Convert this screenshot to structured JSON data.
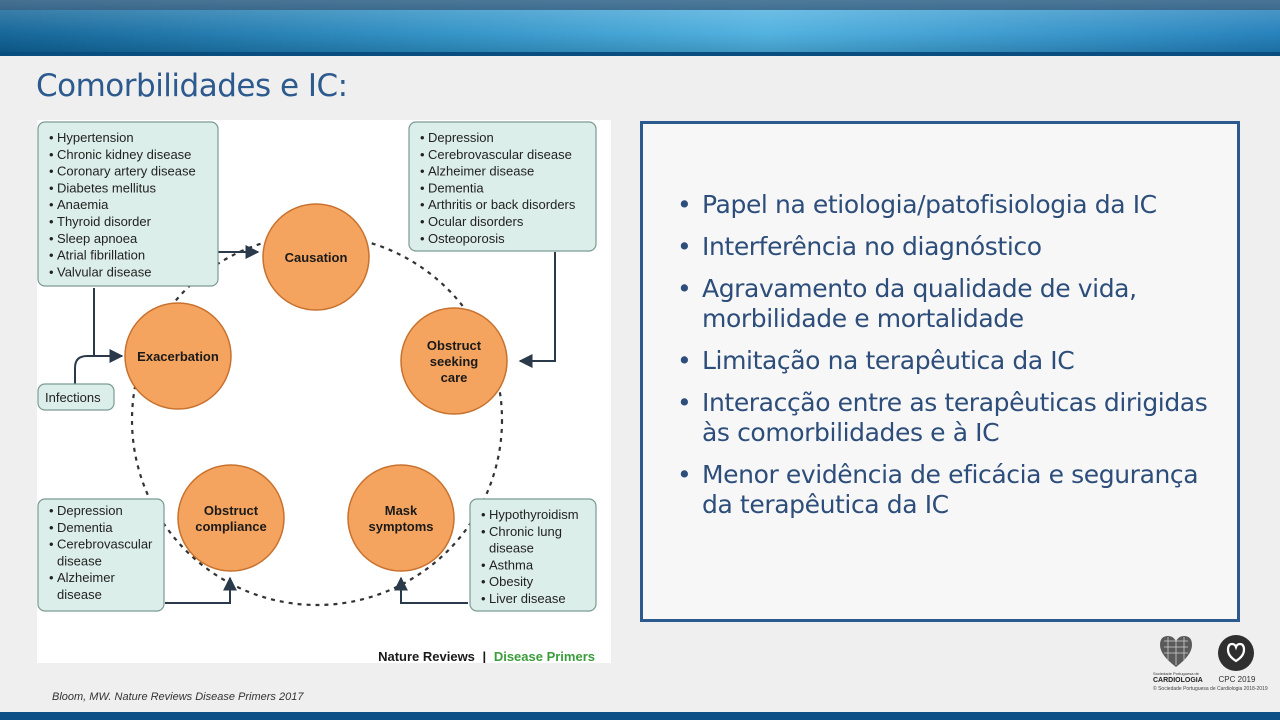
{
  "slide": {
    "title": "Comorbilidades e IC:",
    "citation": "Bloom, MW. Nature Reviews Disease Primers  2017"
  },
  "diagram": {
    "nodes": [
      {
        "id": "causation",
        "lines": [
          "Causation"
        ]
      },
      {
        "id": "obstruct-seeking-care",
        "lines": [
          "Obstruct",
          "seeking",
          "care"
        ]
      },
      {
        "id": "mask-symptoms",
        "lines": [
          "Mask",
          "symptoms"
        ]
      },
      {
        "id": "obstruct-compliance",
        "lines": [
          "Obstruct",
          "compliance"
        ]
      },
      {
        "id": "exacerbation",
        "lines": [
          "Exacerbation"
        ]
      }
    ],
    "boxes": [
      {
        "id": "causation-list",
        "items": [
          "Hypertension",
          "Chronic kidney disease",
          "Coronary artery disease",
          "Diabetes mellitus",
          "Anaemia",
          "Thyroid disorder",
          "Sleep apnoea",
          "Atrial fibrillation",
          "Valvular disease"
        ]
      },
      {
        "id": "seeking-care-list",
        "items": [
          "Depression",
          "Cerebrovascular disease",
          "Alzheimer disease",
          "Dementia",
          "Arthritis or back disorders",
          "Ocular disorders",
          "Osteoporosis"
        ]
      },
      {
        "id": "compliance-list",
        "items": [
          "Depression",
          "Dementia",
          "Cerebrovascular|disease",
          "Alzheimer|disease"
        ]
      },
      {
        "id": "mask-symptoms-list",
        "items": [
          "Hypothyroidism",
          "Chronic lung|disease",
          "Asthma",
          "Obesity",
          "Liver disease"
        ]
      },
      {
        "id": "exacerbation-list",
        "items": [
          "Infections"
        ]
      }
    ],
    "journal": "Nature Reviews",
    "journal_separator": "|",
    "journal_series": "Disease Primers"
  },
  "bullets": [
    "Papel na etiologia/patofisiologia da IC",
    "Interferência no diagnóstico",
    "Agravamento da  qualidade de vida, morbilidade e mortalidade",
    "Limitação na terapêutica da IC",
    "Interacção entre as terapêuticas dirigidas às comorbilidades e à IC",
    "Menor evidência de eficácia e segurança da terapêutica da IC"
  ],
  "bullet_glyph": "•",
  "logos": {
    "spc_name": "CARDIOLOGIA",
    "spc_small": "Sociedade Portuguesa de",
    "spc_sub": "© Sociedade Portuguesa de Cardiologia 2018-2019",
    "cpc": "CPC 2019"
  },
  "colors": {
    "title": "#2d5a8e",
    "node_fill": "#f4a45e",
    "node_stroke": "#c8712e",
    "box_fill": "#dceee9",
    "box_stroke": "#7b9a94",
    "journal_accent": "#3a9d3a",
    "panel_border": "#2d5a8e"
  }
}
